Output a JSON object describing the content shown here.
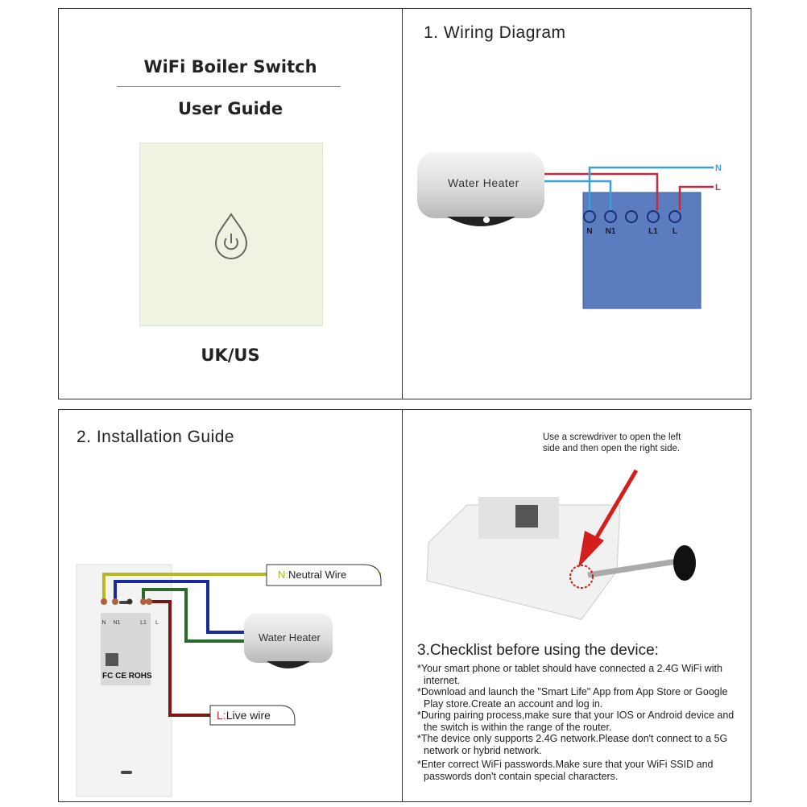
{
  "cover": {
    "title": "WiFi Boiler Switch",
    "subtitle": "User Guide",
    "region": "UK/US"
  },
  "wiring": {
    "heading": "1. Wiring Diagram",
    "heater_label": "Water Heater",
    "terminals": [
      "N",
      "N1",
      "",
      "L1",
      "L"
    ],
    "line_labels": {
      "neutral": "N",
      "live": "L"
    }
  },
  "installation": {
    "heading": "2. Installation Guide",
    "neutral_prefix": "N:",
    "neutral_text": "Neutral Wire",
    "live_prefix": "L:",
    "live_text": "Live wire",
    "heater_label": "Water Heater",
    "terminals": [
      "N",
      "N1",
      "L1",
      "L"
    ],
    "cert_marks": "FC CE ROHS"
  },
  "opening": {
    "instruction_line1": "Use a screwdriver to open the left",
    "instruction_line2": "side and then open the right side."
  },
  "checklist": {
    "heading": "3.Checklist before using the device:",
    "items": [
      "*Your smart phone or tablet should have connected a 2.4G WiFi with internet.",
      "*Download and launch the \"Smart Life\" App from App Store or Google Play store.Create an account and log in.",
      "*During pairing process,make sure that your IOS or Android device and the switch is within the range of the router.",
      "*The device only supports 2.4G network.Please don't connect to a 5G network or hybrid network.",
      "*Enter correct WiFi passwords.Make sure that your WiFi SSID and passwords don't contain special characters."
    ]
  },
  "colors": {
    "neutral_blue": "#3aa0d8",
    "live_red": "#c8283c",
    "box_blue": "#5b7dbf",
    "panel_green": "#eef3e2"
  }
}
